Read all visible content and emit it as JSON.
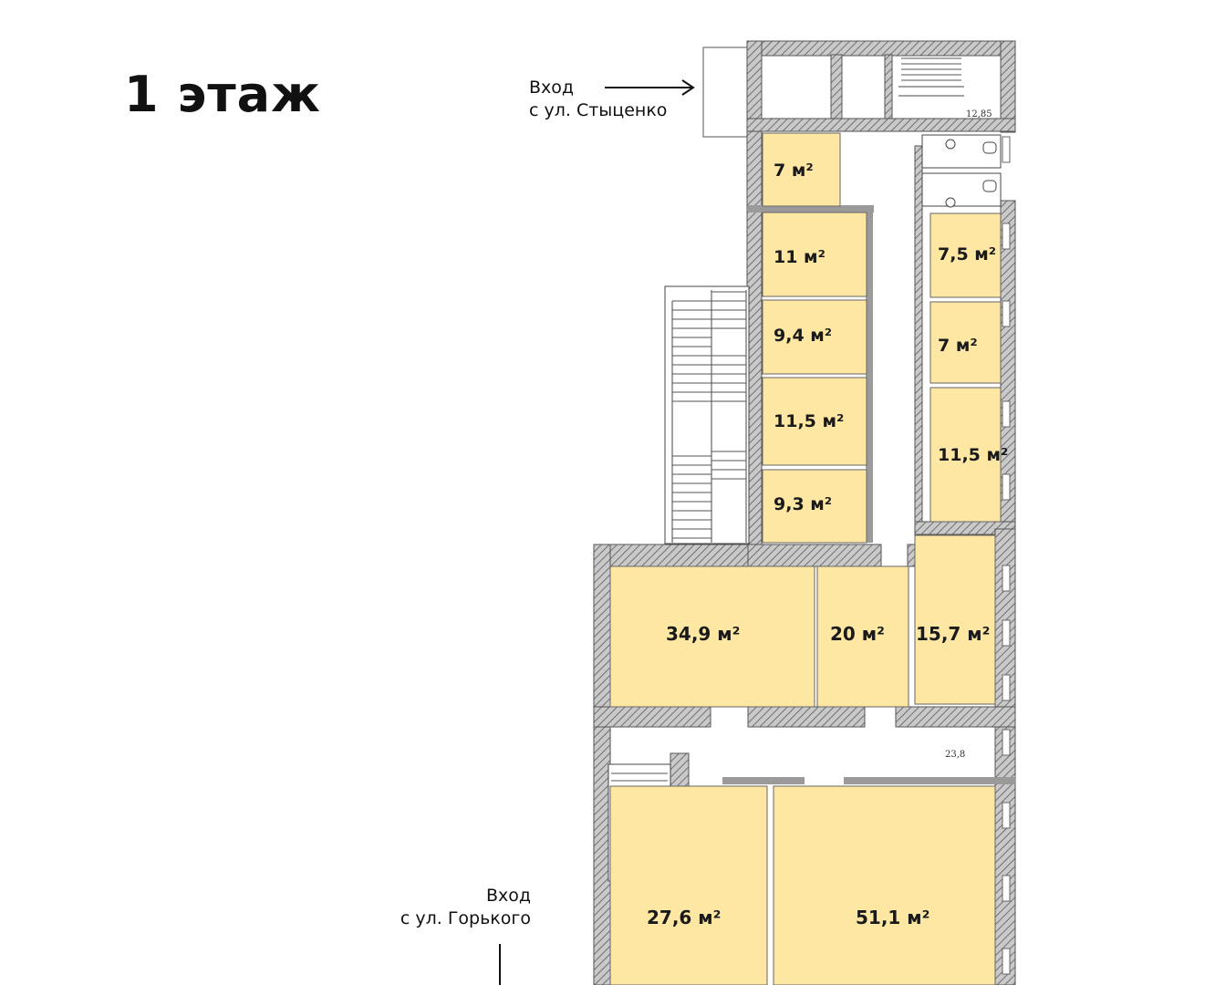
{
  "floor_title": "1 этаж",
  "entrances": {
    "top": {
      "line1": "Вход",
      "line2": "с ул. Стыценко"
    },
    "bottom": {
      "line1": "Вход",
      "line2": "с ул. Горького"
    }
  },
  "dimensions": {
    "top": "12,85",
    "middle": "23,8"
  },
  "colors": {
    "room_fill": "#fde7a3",
    "wall": "#8a8a8a",
    "hatch": "#6f6f6f",
    "line": "#333333"
  },
  "rooms": [
    {
      "id": "r7a",
      "label": "7 м²"
    },
    {
      "id": "r11",
      "label": "11 м²"
    },
    {
      "id": "r94",
      "label": "9,4 м²"
    },
    {
      "id": "r115a",
      "label": "11,5 м²"
    },
    {
      "id": "r93",
      "label": "9,3 м²"
    },
    {
      "id": "r75",
      "label": "7,5 м²"
    },
    {
      "id": "r7b",
      "label": "7 м²"
    },
    {
      "id": "r115b",
      "label": "11,5 м²"
    },
    {
      "id": "r349",
      "label": "34,9 м²"
    },
    {
      "id": "r20",
      "label": "20 м²"
    },
    {
      "id": "r157",
      "label": "15,7 м²"
    },
    {
      "id": "r276",
      "label": "27,6 м²"
    },
    {
      "id": "r511",
      "label": "51,1 м²"
    }
  ]
}
